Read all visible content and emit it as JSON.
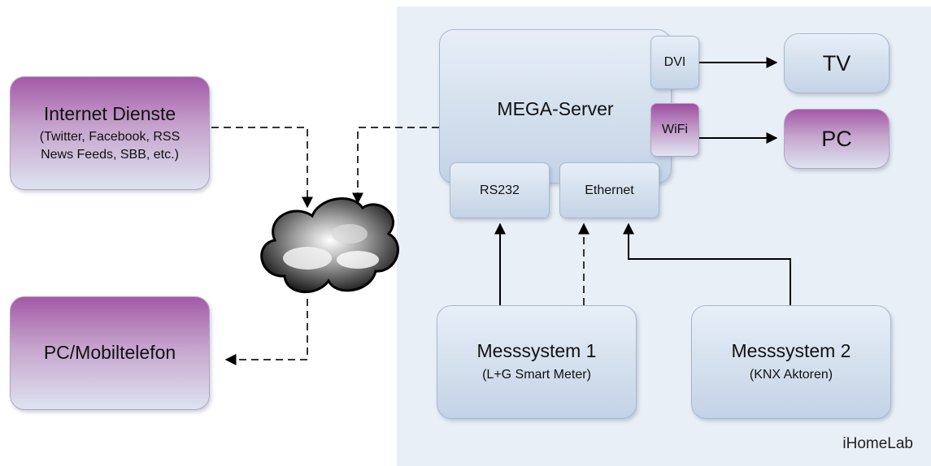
{
  "lab": {
    "label": "iHomeLab"
  },
  "boxes": {
    "internet": {
      "title": "Internet Dienste",
      "subtitle_lines": [
        "(Twitter, Facebook, RSS",
        "News Feeds, SBB, etc.)"
      ]
    },
    "pc_mobile": {
      "title": "PC/Mobiltelefon"
    },
    "server": {
      "title": "MEGA-Server"
    },
    "dvi": {
      "label": "DVI"
    },
    "wifi": {
      "label": "WiFi"
    },
    "rs232": {
      "label": "RS232"
    },
    "ethernet": {
      "label": "Ethernet"
    },
    "tv": {
      "label": "TV"
    },
    "pc": {
      "label": "PC"
    },
    "mess1": {
      "title": "Messsystem 1",
      "subtitle": "(L+G Smart Meter)"
    },
    "mess2": {
      "title": "Messsystem 2",
      "subtitle": "(KNX Aktoren)"
    }
  },
  "icons": {
    "cloud": "cloud-icon"
  },
  "colors": {
    "box_blue": "#d2deec",
    "box_purple": "#a35aa7",
    "background_area": "#e9eff6"
  }
}
